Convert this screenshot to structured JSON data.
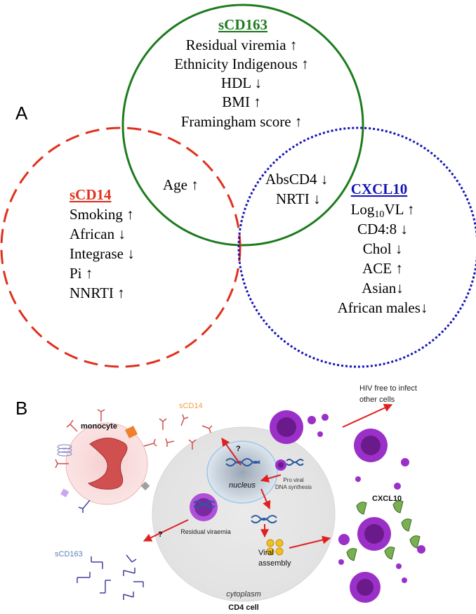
{
  "panel_a": {
    "label": "A",
    "circles": {
      "scd163": {
        "title": "sCD163",
        "color": "#1e7b1e",
        "lines": [
          "Residual viremia ↑",
          "Ethnicity Indigenous ↑",
          "HDL ↓",
          "BMI ↑",
          "Framingham score ↑"
        ]
      },
      "scd14": {
        "title": "sCD14",
        "color": "#e0301e",
        "lines": [
          "Smoking ↑",
          "African ↓",
          "Integrase ↓",
          "Pi ↑",
          "NNRTI ↑"
        ]
      },
      "cxcl10": {
        "title": "CXCL10",
        "color": "#1414b4",
        "lines": {
          "log_prefix": "Log",
          "log_sub": "10",
          "log_suffix": "VL ↑",
          "rest": [
            "CD4:8 ↓",
            "Chol ↓",
            "ACE ↑",
            "Asian↓",
            "African males↓"
          ]
        }
      }
    },
    "overlaps": {
      "scd14_scd163": "Age ↑",
      "scd163_cxcl10": [
        "AbsCD4 ↓",
        "NRTI ↓"
      ]
    }
  },
  "panel_b": {
    "label": "B",
    "monocyte": "monocyte",
    "scd14": "sCD14",
    "scd163": "sCD163",
    "cxcl10": "CXCL10",
    "question_1": "?",
    "question_2": "?",
    "nucleus": "nucleus",
    "pro_viral_1": "Pro viral",
    "pro_viral_2": "DNA synthesis",
    "residual_viraemia": "Residual viraemia",
    "viral_1": "Viral",
    "viral_2": "assembly",
    "cytoplasm": "cytoplasm",
    "cd4_cell": "CD4 cell",
    "hiv_free_1": "HIV free to infect",
    "hiv_free_2": "other cells",
    "colors": {
      "arrow": "#e02020",
      "virus": "#9b30c8",
      "virus_dark": "#6a1a8a",
      "scd14_text": "#f0a040",
      "scd163_text": "#5a80b8",
      "receptor_red": "#d05050",
      "receptor_blue": "#4040a0",
      "cxcl10_green": "#7ab050"
    }
  }
}
